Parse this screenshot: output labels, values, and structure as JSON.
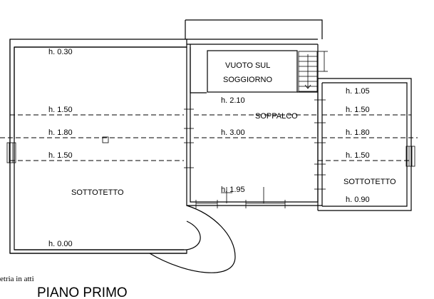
{
  "plan": {
    "title": "PIANO PRIMO",
    "note": "etria in atti",
    "rooms": {
      "vuoto_line1": "VUOTO SUL",
      "vuoto_line2": "SOGGIORNO",
      "soppalco": "SOPPALCO",
      "sottotetto_left": "SOTTOTETTO",
      "sottotetto_right": "SOTTOTETTO"
    },
    "heights": {
      "left_top": "h. 0.30",
      "left_150_upper": "h. 1.50",
      "left_180": "h. 1.80",
      "left_150_lower": "h. 1.50",
      "left_bottom": "h. 0.00",
      "center_top": "h. 2.10",
      "center_300": "h. 3.00",
      "center_bottom": "h. 1.95",
      "right_top": "h. 1.05",
      "right_150_upper": "h. 1.50",
      "right_180": "h. 1.80",
      "right_150_lower": "h. 1.50",
      "right_bottom": "h. 0.90"
    }
  }
}
